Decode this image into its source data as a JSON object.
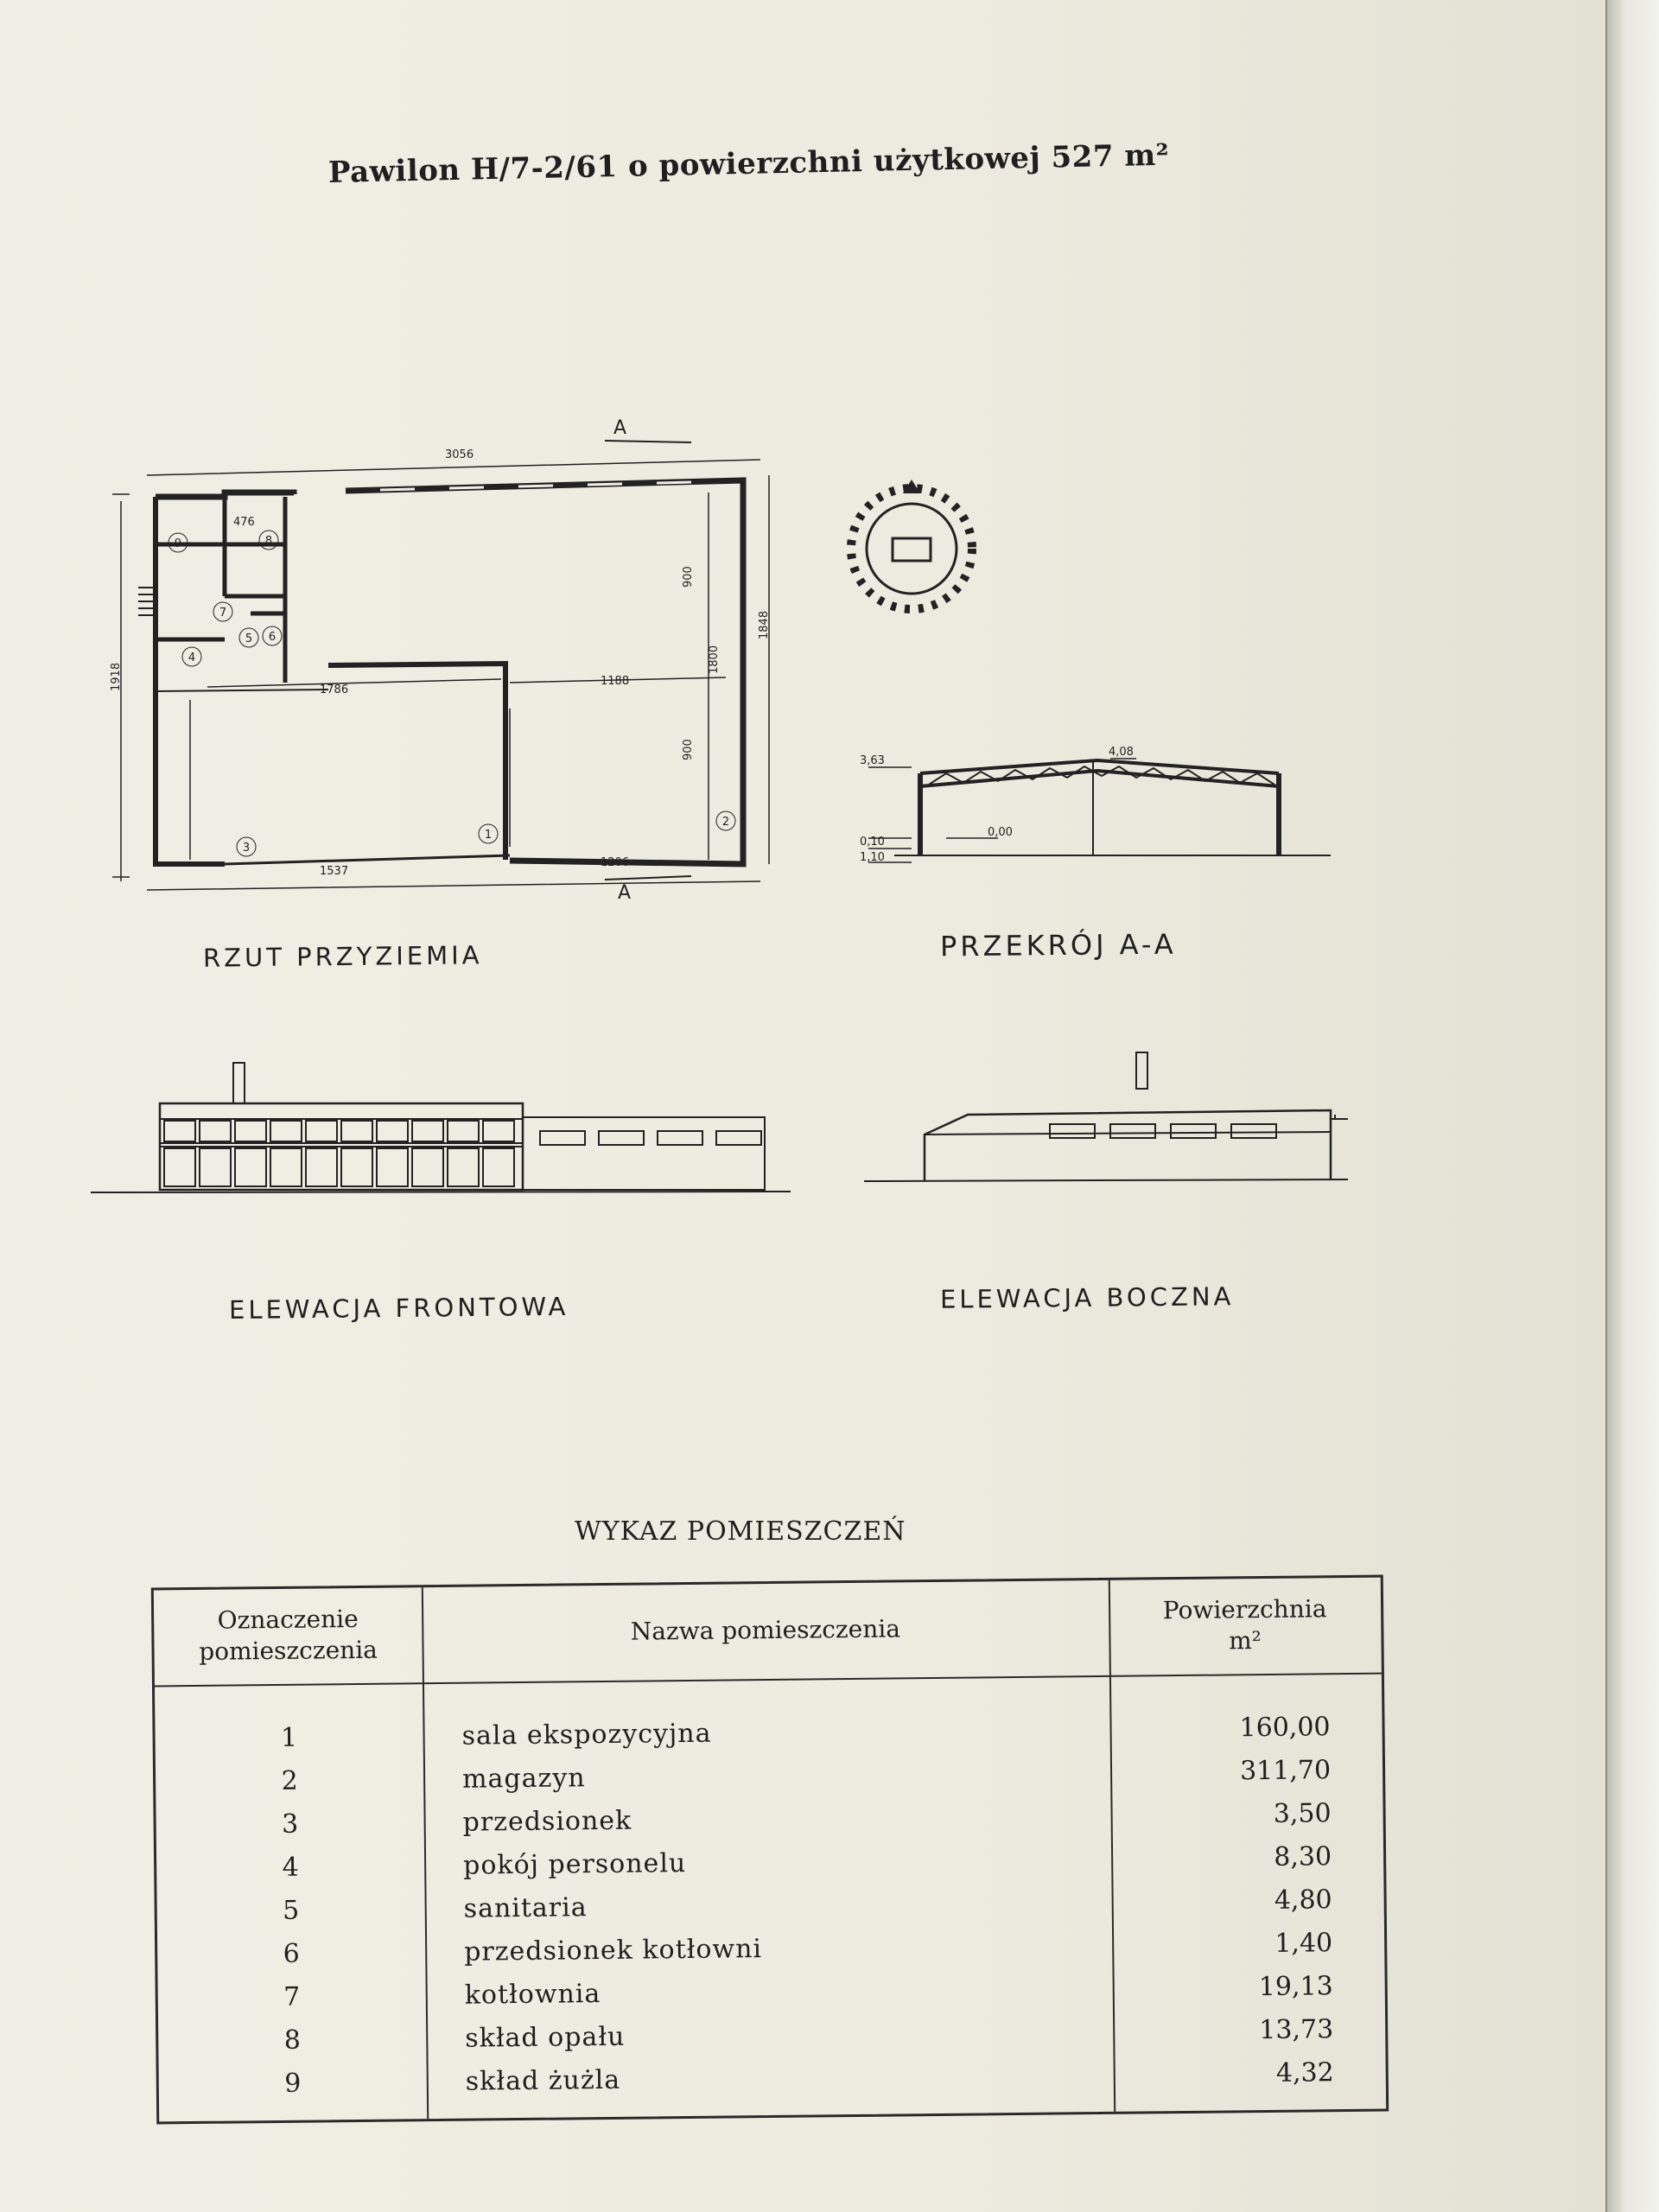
{
  "title": "Pawilon H/7-2/61 o powierzchni użytkowej 527 m²",
  "drawings": {
    "plan_caption": "RZUT PRZYZIEMIA",
    "section_caption": "PRZEKRÓJ A-A",
    "front_caption": "ELEWACJA FRONTOWA",
    "side_caption": "ELEWACJA BOCZNA",
    "section_marker": "A",
    "dimensions": {
      "top": "3056",
      "top_room": "476",
      "right_height": "1848",
      "left_height": "1918",
      "inner_height_upper": "900",
      "inner_height_lower": "900",
      "mid_height": "1800",
      "mid_left": "1786",
      "mid_right": "1188",
      "bottom_right": "1206",
      "bottom_left": "1537",
      "level_top_left": "3,63",
      "level_top_right": "4,08",
      "level_zero": "0,00",
      "level_010": "0,10",
      "level_110": "1,10"
    },
    "room_markers": [
      "1",
      "2",
      "3",
      "4",
      "5",
      "6",
      "7",
      "8",
      "9"
    ]
  },
  "table": {
    "title": "WYKAZ POMIESZCZEŃ",
    "headers": {
      "col1_line1": "Oznaczenie",
      "col1_line2": "pomieszczenia",
      "col2": "Nazwa pomieszczenia",
      "col3_line1": "Powierzchnia",
      "col3_line2": "m²"
    },
    "rows": [
      {
        "num": "1",
        "name": "sala ekspozycyjna",
        "area": "160,00"
      },
      {
        "num": "2",
        "name": "magazyn",
        "area": "311,70"
      },
      {
        "num": "3",
        "name": "przedsionek",
        "area": "3,50"
      },
      {
        "num": "4",
        "name": "pokój personelu",
        "area": "8,30"
      },
      {
        "num": "5",
        "name": "sanitaria",
        "area": "4,80"
      },
      {
        "num": "6",
        "name": "przedsionek kotłowni",
        "area": "1,40"
      },
      {
        "num": "7",
        "name": "kotłownia",
        "area": "19,13"
      },
      {
        "num": "8",
        "name": "skład opału",
        "area": "13,73"
      },
      {
        "num": "9",
        "name": "skład żużla",
        "area": "4,32"
      }
    ]
  }
}
